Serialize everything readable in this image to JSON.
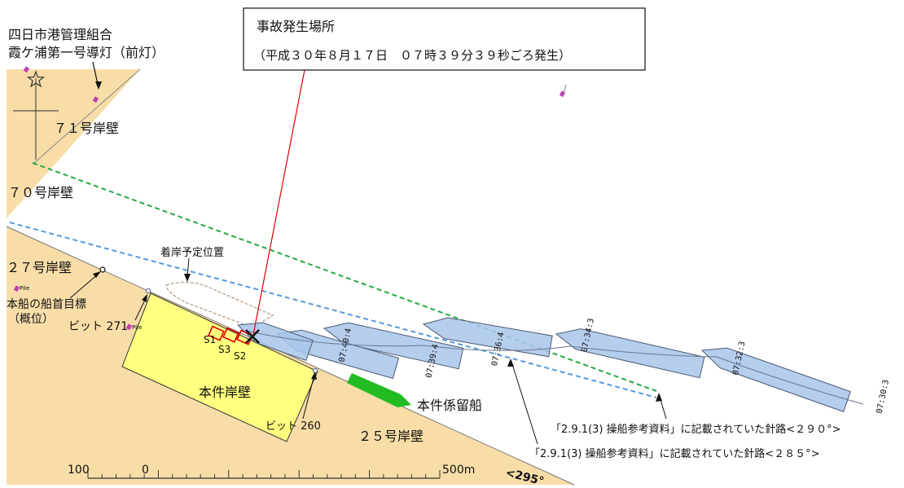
{
  "colors": {
    "land": "#F8DDA8",
    "water": "#FFFFFF",
    "quay": "#FFFF80",
    "moored_ship": "#22BB22",
    "track_fill": "#A9C6EA",
    "course_290": "#22AA44",
    "course_285": "#5599DD",
    "incident_line": "#E00000",
    "hold_outline": "#E00000"
  },
  "icons": {
    "lighthouse": "star-icon",
    "pile": "pile-marker-icon",
    "bollard": "bollard-icon",
    "incident": "cross-mark-icon",
    "course_arrow": "arrow-icon"
  },
  "labels": {
    "lighthouse_line1": "四日市港管理組合",
    "lighthouse_line2": "霞ケ浦第一号導灯（前灯）",
    "wharf_71": "７１号岸壁",
    "wharf_70": "７０号岸壁",
    "wharf_27": "２７号岸壁",
    "wharf_25": "２５号岸壁",
    "bow_target_line1": "本船の船首目標",
    "bow_target_line2": "（概位）",
    "bit_271": "ビット 271",
    "bit_260": "ビット 260",
    "berth_planned": "着岸予定位置",
    "main_quay": "本件岸壁",
    "moored_ship": "本件係留船",
    "pile_small": "Pile",
    "hold_s1": "S1",
    "hold_s2": "S2",
    "hold_s3": "S3",
    "course_290_note": "「2.9.1(3) 操船参考資料」に記載されていた針路<２９０°>",
    "course_285_note": "「2.9.1(3) 操船参考資料」に記載されていた針路<２８５°>",
    "bearing_295": "<295°"
  },
  "incident_box": {
    "title": "事故発生場所",
    "detail": "（平成３０年８月１７日　０７時３９分３９秒ごろ発生）"
  },
  "track_times": [
    "07:40:4",
    "07:39:4",
    "07:36:4",
    "07:34:3",
    "07:32:3",
    "07:30:3"
  ],
  "scale_bar": {
    "left_label": "100",
    "zero_label": "0",
    "right_label": "500m"
  }
}
